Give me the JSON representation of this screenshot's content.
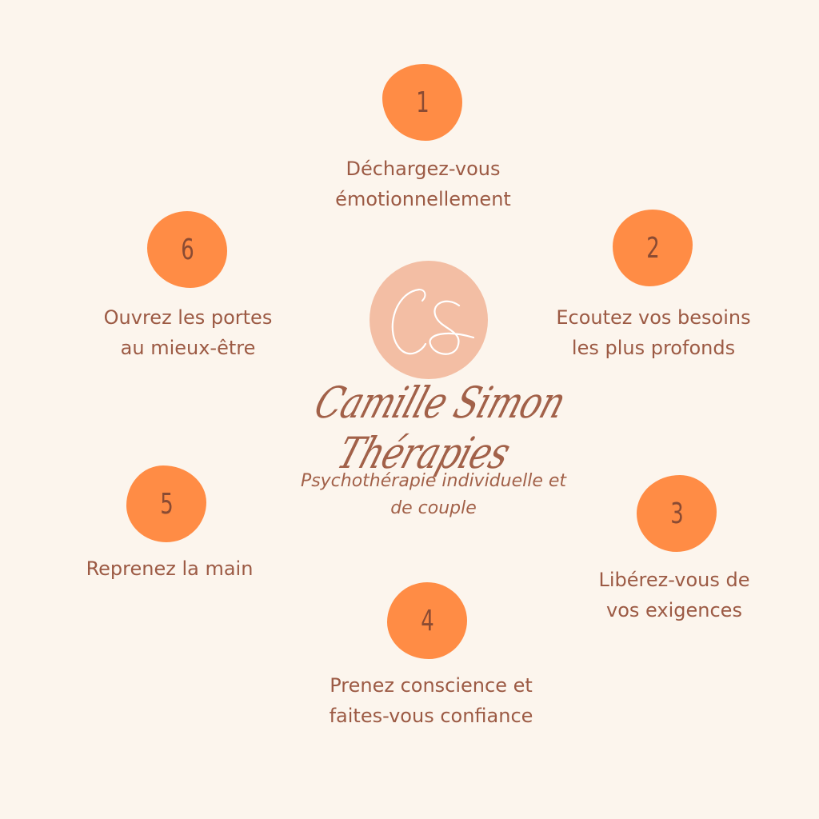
{
  "brand": {
    "monogram": "CS",
    "name": "Camille Simon Thérapies",
    "tagline_line1": "Psychothérapie individuelle et",
    "tagline_line2": "de couple"
  },
  "colors": {
    "background": "#fcf5ed",
    "blob": "#ff8c45",
    "number": "#8a4b33",
    "text": "#9c5a44",
    "logo_circle": "#f3bea4"
  },
  "steps": [
    {
      "number": "1",
      "line1": "Déchargez-vous",
      "line2": "émotionnellement"
    },
    {
      "number": "2",
      "line1": "Ecoutez vos besoins",
      "line2": "les plus profonds"
    },
    {
      "number": "3",
      "line1": "Libérez-vous de",
      "line2": "vos exigences"
    },
    {
      "number": "4",
      "line1": "Prenez conscience et",
      "line2": "faites-vous confiance"
    },
    {
      "number": "5",
      "line1": "Reprenez la main",
      "line2": ""
    },
    {
      "number": "6",
      "line1": "Ouvrez les portes",
      "line2": "au mieux-être"
    }
  ]
}
